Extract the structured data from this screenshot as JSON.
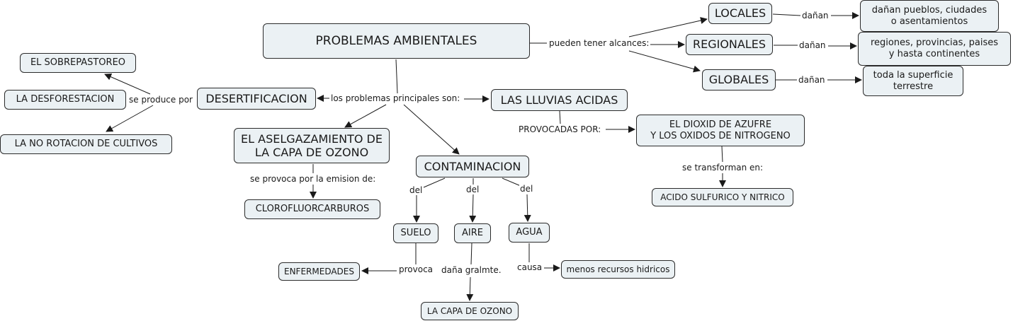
{
  "title": "Mapa conceptual: Problemas Ambientales",
  "colors": {
    "node_fill": "#ebf1f4",
    "node_border": "#2b2b2b",
    "line": "#1a1a1a"
  },
  "nodes": {
    "root": "PROBLEMAS AMBIENTALES",
    "locales": "LOCALES",
    "regionales": "REGIONALES",
    "globales": "GLOBALES",
    "locales_dano": "dañan pueblos, ciudades\no asentamientos",
    "regionales_dano": "regiones, provincias, paises\ny hasta continentes",
    "globales_dano": "toda la superficie\nterrestre",
    "desertificacion": "DESERTIFICACION",
    "sobrepastoreo": "EL SOBREPASTOREO",
    "desforestacion": "LA DESFORESTACION",
    "no_rotacion": "LA NO ROTACION DE CULTIVOS",
    "lluvias_acidas": "LAS LLUVIAS ACIDAS",
    "dioxido": "EL DIOXID DE AZUFRE\nY LOS OXIDOS DE NITROGENO",
    "acido": "ACIDO SULFURICO Y NITRICO",
    "ozono": "EL ASELGAZAMIENTO DE\nLA CAPA DE OZONO",
    "cfc": "CLOROFLUORCARBUROS",
    "contaminacion": "CONTAMINACION",
    "suelo": "SUELO",
    "aire": "AIRE",
    "agua": "AGUA",
    "enfermedades": "ENFERMEDADES",
    "capa_ozono": "LA CAPA DE OZONO",
    "menos_recursos": "menos recursos hidricos"
  },
  "links": {
    "alcances": "pueden tener alcances:",
    "danan_1": "dañan",
    "danan_2": "dañan",
    "danan_3": "dañan",
    "principales": "los problemas principales son:",
    "se_produce": "se produce por",
    "provocadas": "PROVOCADAS POR:",
    "transforman": "se transforman en:",
    "emision": "se provoca por la emision de:",
    "del_1": "del",
    "del_2": "del",
    "del_3": "del",
    "provoca": "provoca",
    "dana_gralmte": "daña gralmte.",
    "causa": "causa"
  }
}
